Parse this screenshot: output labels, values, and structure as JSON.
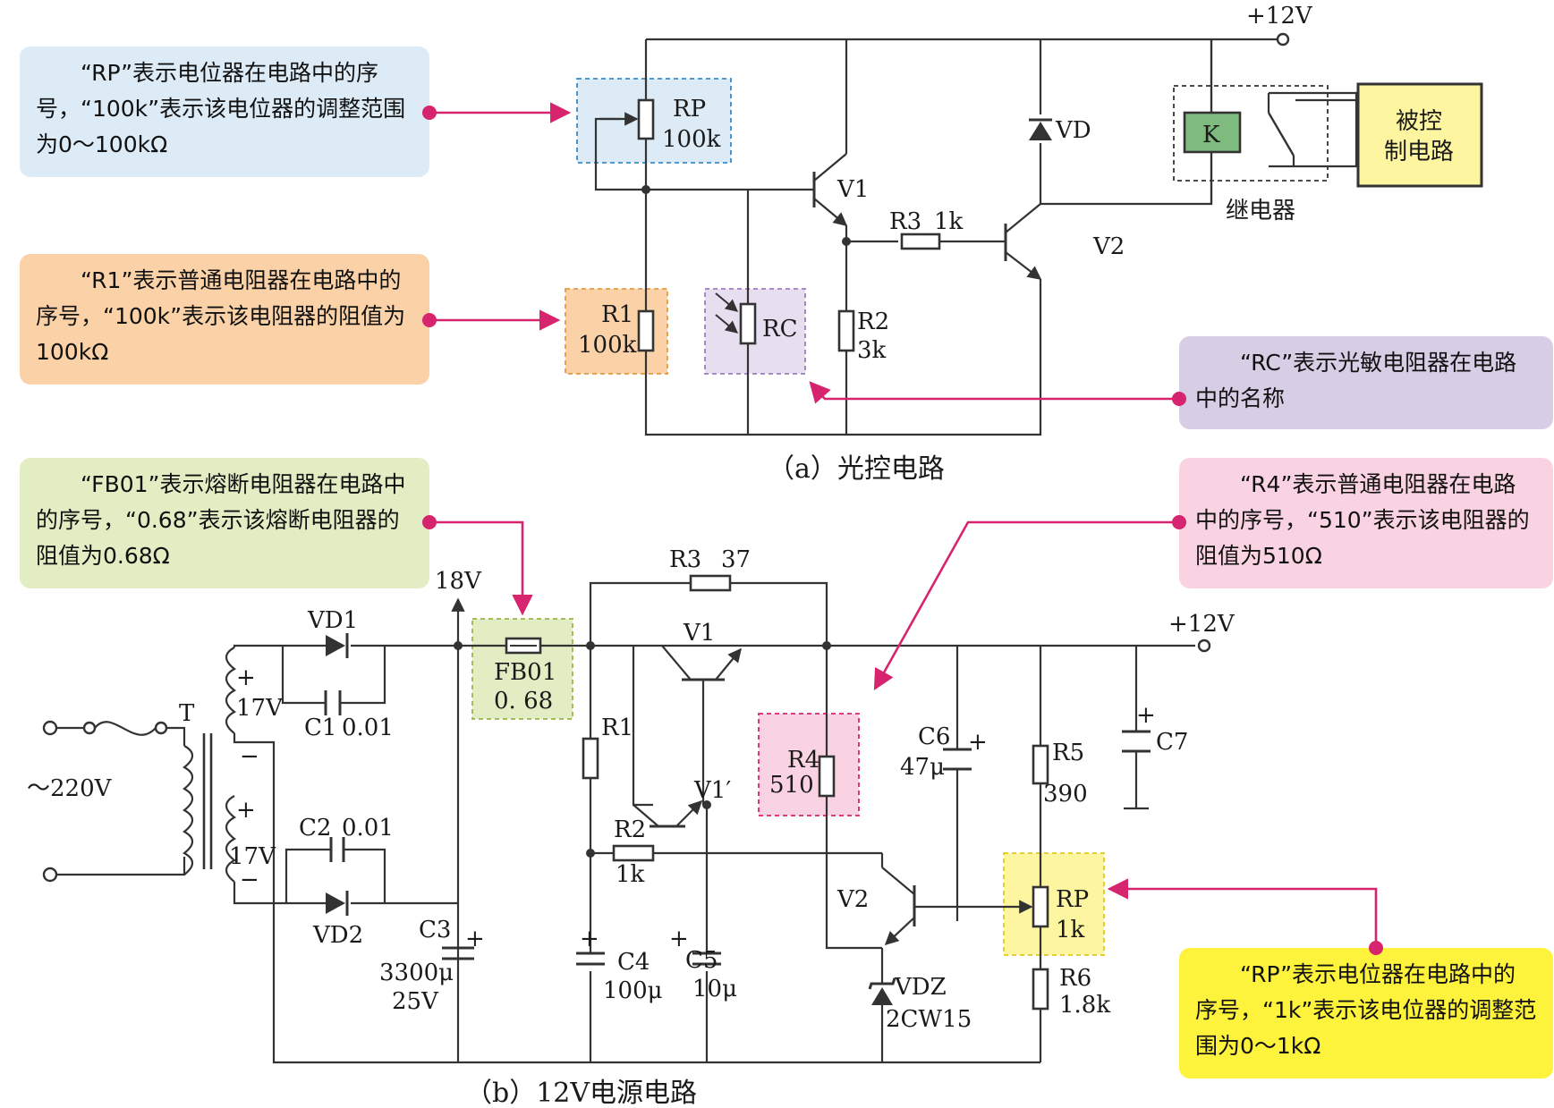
{
  "captions": {
    "a": "（a）光控电路",
    "b": "（b）12V电源电路"
  },
  "notes": {
    "rp_a": "“RP”表示电位器在电路中的序号，“100k”表示该电位器的调整范围为0～100kΩ",
    "r1_a": "“R1”表示普通电阻器在电路中的序号，“100k”表示该电阻器的阻值为100kΩ",
    "rc_a": "“RC”表示光敏电阻器在电路中的名称",
    "fb01_b": "“FB01”表示熔断电阻器在电路中的序号，“0.68”表示该熔断电阻器的阻值为0.68Ω",
    "r4_b": "“R4”表示普通电阻器在电路中的序号，“510”表示该电阻器的阻值为510Ω",
    "rp_b": "“RP”表示电位器在电路中的序号，“1k”表示该电位器的调整范围为0～1kΩ"
  },
  "colors": {
    "blue": "#dcebf6",
    "orange": "#fbd2a8",
    "purple": "#d7cde5",
    "green": "#e3edc4",
    "pink": "#fad3e2",
    "yellow": "#fdf23c",
    "arrow": "#d6246e",
    "relay": "#7fba7f",
    "load": "#fdf5a0"
  },
  "a": {
    "vcc": "+12V",
    "rp": "RP",
    "rp_val": "100k",
    "r1": "R1",
    "r1_val": "100k",
    "rc": "RC",
    "r2": "R2",
    "r2_val": "3k",
    "r3": "R3",
    "r3_val": "1k",
    "v1": "V1",
    "v2": "V2",
    "vd": "VD",
    "k": "K",
    "load_1": "被控",
    "load_2": "制电路",
    "relay": "继电器"
  },
  "b": {
    "v18": "18V",
    "vcc": "+12V",
    "ac": "～220V",
    "t": "T",
    "v17a": "17V",
    "v17b": "17V",
    "plus": "+",
    "minus": "−",
    "vd1": "VD1",
    "vd2": "VD2",
    "c1": "C1",
    "c1_val": "0.01",
    "c2": "C2",
    "c2_val": "0.01",
    "c3": "C3",
    "c3_val": "3300μ",
    "c3_v": "25V",
    "fb": "FB01",
    "fb_val": "0. 68",
    "r3": "R3",
    "r3_val": "37",
    "v1": "V1",
    "v1p": "V1′",
    "r1": "R1",
    "r2": "R2",
    "r2_val": "1k",
    "c4": "C4",
    "c4_val": "100μ",
    "c5": "C5",
    "c5_val": "10μ",
    "r4": "R4",
    "r4_val": "510",
    "v2": "V2",
    "vdz": "VDZ",
    "vdz_val": "2CW15",
    "c6": "C6",
    "c6_val": "47μ",
    "c7": "C7",
    "r5": "R5",
    "r5_val": "390",
    "rp": "RP",
    "rp_val": "1k",
    "r6": "R6",
    "r6_val": "1.8k"
  }
}
